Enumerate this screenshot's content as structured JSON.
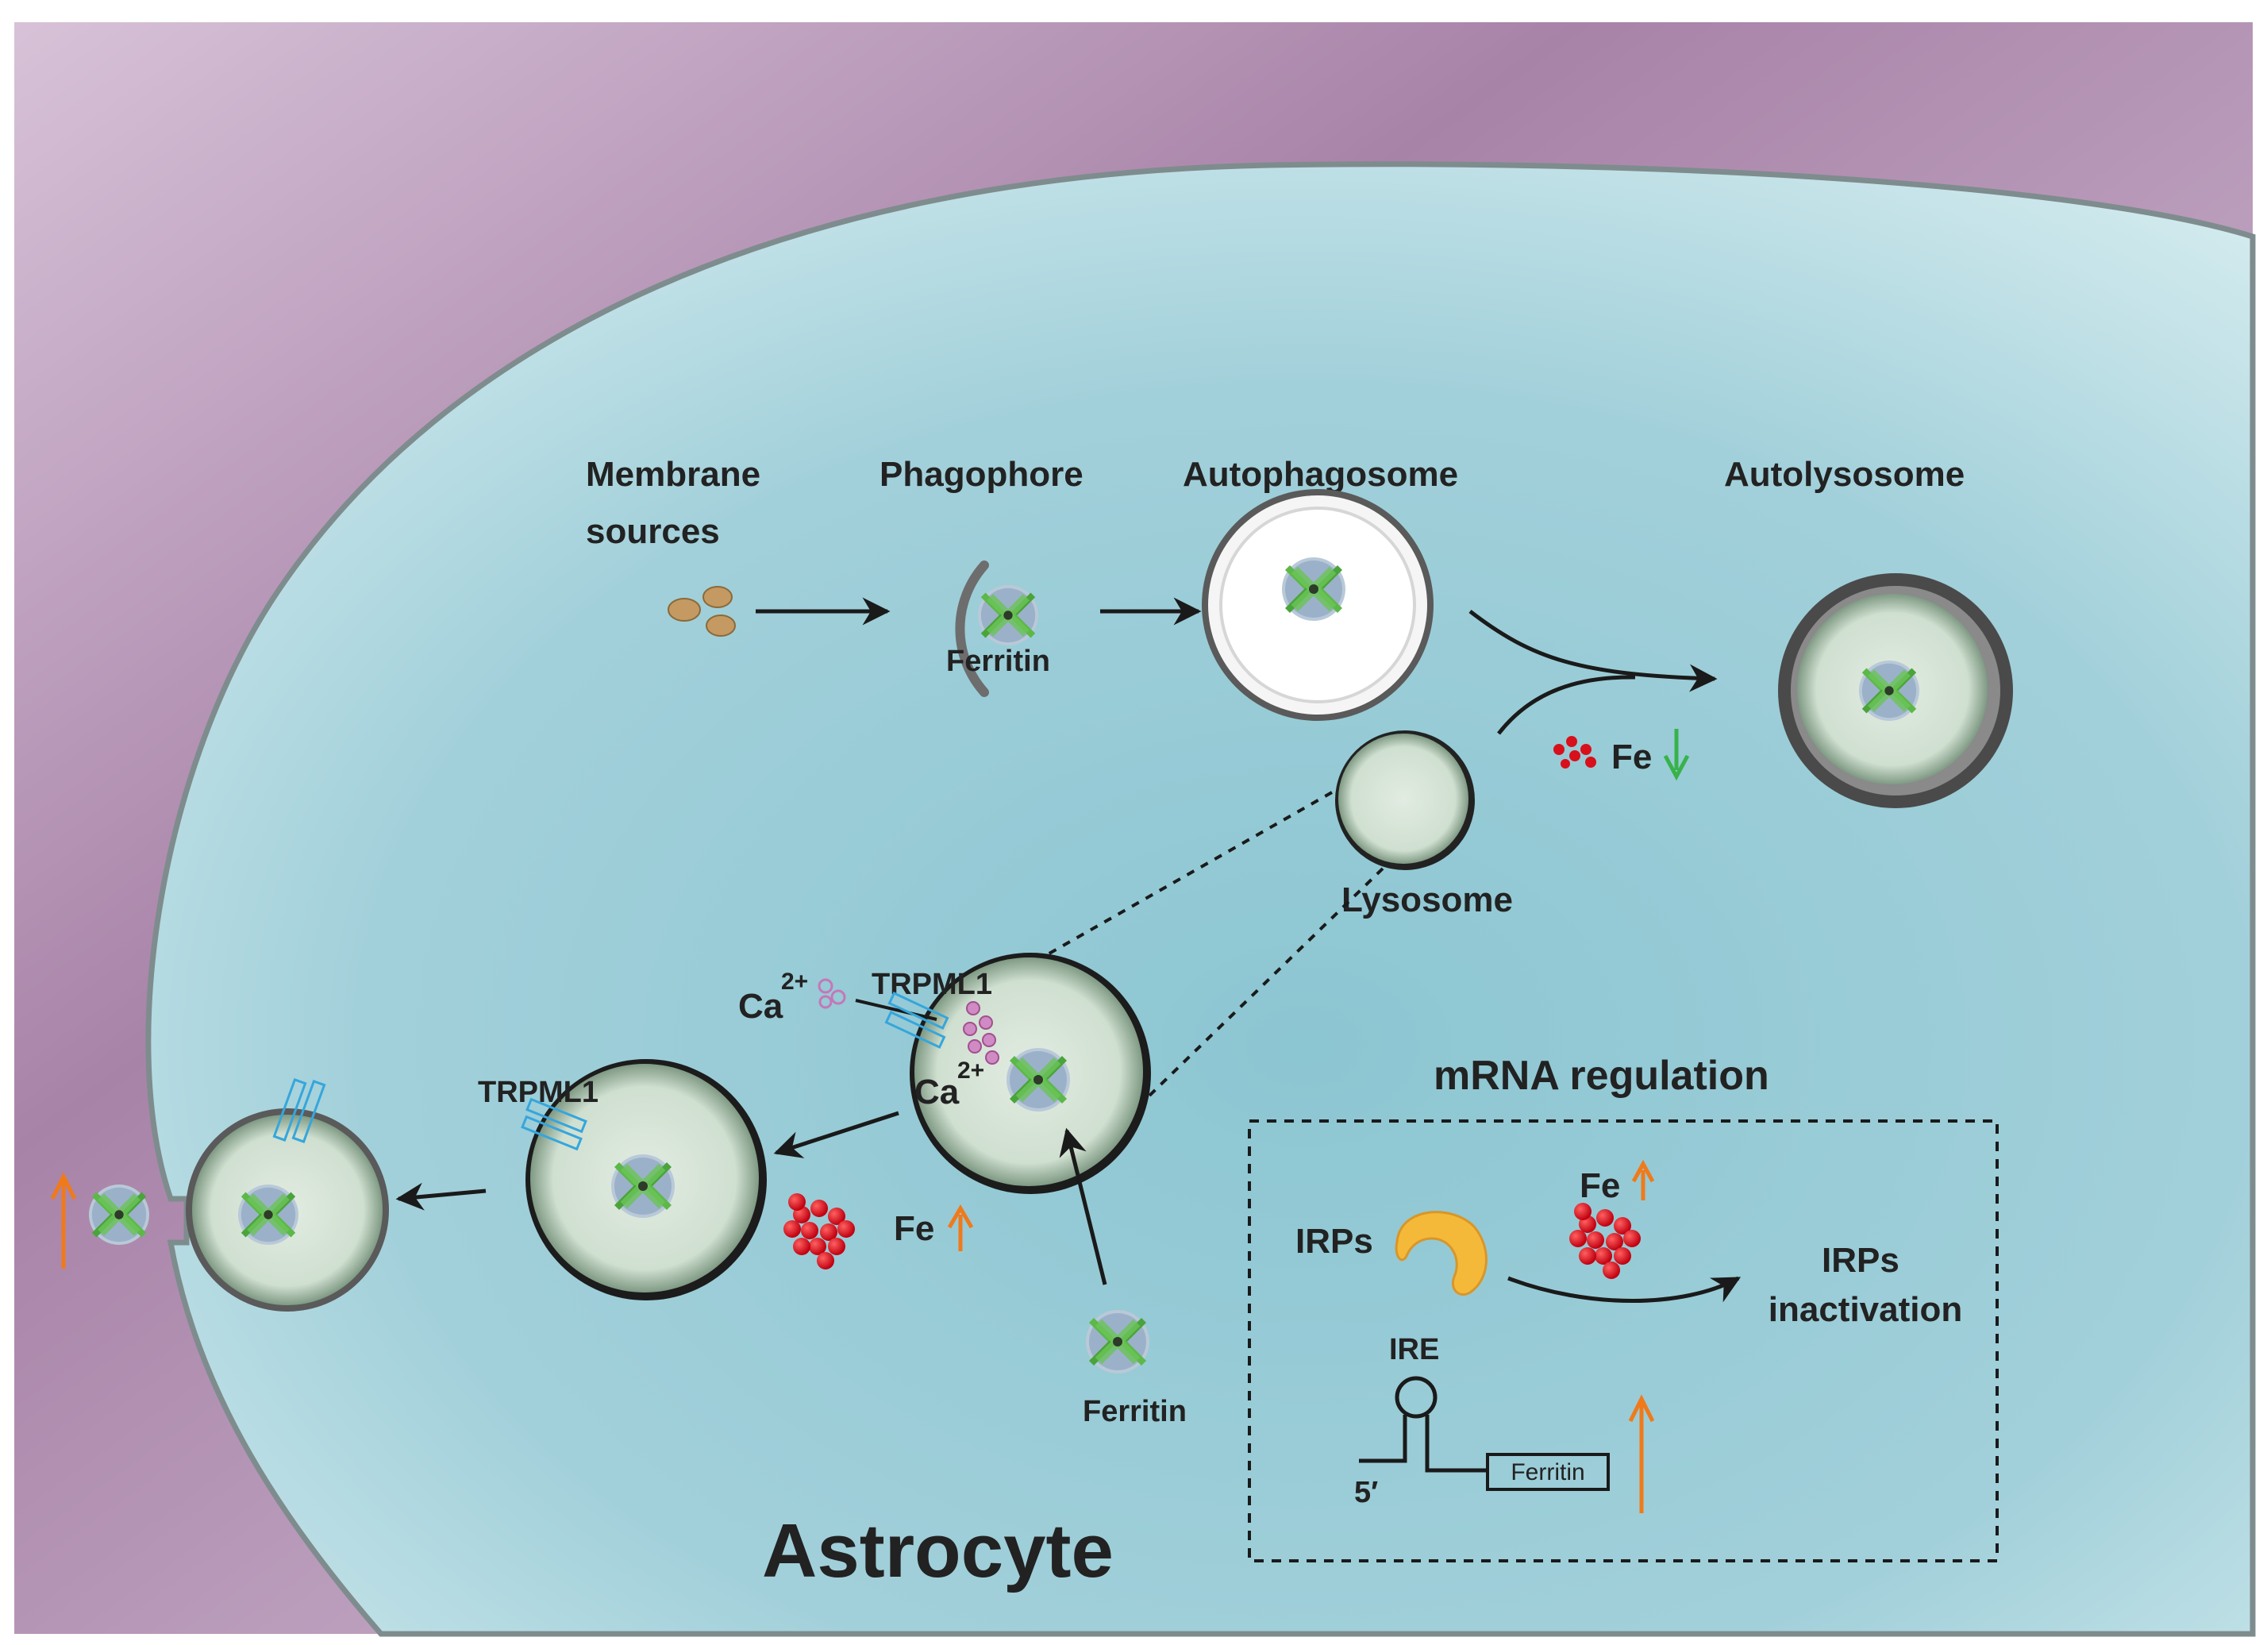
{
  "labels": {
    "membrane_sources_line1": "Membrane",
    "membrane_sources_line2": "sources",
    "phagophore": "Phagophore",
    "autophagosome": "Autophagosome",
    "autolysosome": "Autolysosome",
    "ferritin_top": "Ferritin",
    "fe_down": "Fe",
    "lysosome": "Lysosome",
    "ca_outside": "Ca",
    "ca_outside_sup": "2+",
    "ca_inside": "Ca",
    "ca_inside_sup": "2+",
    "trpml1_a": "TRPML1",
    "trpml1_b": "TRPML1",
    "fe_up": "Fe",
    "ferritin_bottom": "Ferritin",
    "mrna_title": "mRNA regulation",
    "irps": "IRPs",
    "fe_box": "Fe",
    "irps_inactivation_line1": "IRPs",
    "irps_inactivation_line2": "inactivation",
    "ire": "IRE",
    "five_prime": "5′",
    "ferritin_box": "Ferritin",
    "astrocyte": "Astrocyte"
  },
  "colors": {
    "background_purple": "#b48fb0",
    "cytoplasm": "#a9d4dc",
    "vesicle": "#cfe0d2",
    "iron": "#e0121e",
    "up_arrow": "#f07a1a",
    "down_arrow": "#38b24a",
    "channel": "#35a6dc",
    "calcium": "#c478b8",
    "ferritin_green": "#5cb848",
    "irp": "#f5b93a"
  },
  "icons": {
    "ferritin": "ferritin-icon",
    "iron_cluster": "iron-cluster-icon",
    "trpml1_channel": "trpml1-channel-icon",
    "irp": "irp-protein-icon"
  }
}
